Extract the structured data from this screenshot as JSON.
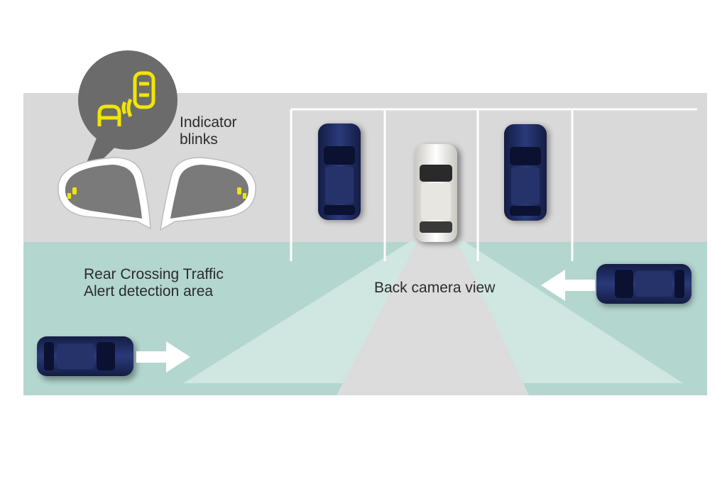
{
  "labels": {
    "indicator_line1": "Indicator",
    "indicator_line2": "blinks",
    "rcta_line1": "Rear Crossing Traffic",
    "rcta_line2": "Alert detection area",
    "camera": "Back camera view"
  },
  "colors": {
    "parking_lot": "#d9d9d9",
    "detection_area": "#b3d6cf",
    "camera_cone": "#cfe6e1",
    "camera_center": "#dddddd",
    "parking_lines": "#ffffff",
    "parked_car": "#1d2a5a",
    "reversing_car": "#f0efea",
    "indicator": "#f2e600",
    "callout": "#6b6b6b"
  },
  "icons": {
    "blind_spot_indicator": "car-with-signal-waves-icon",
    "arrow": "right-arrow-icon"
  }
}
